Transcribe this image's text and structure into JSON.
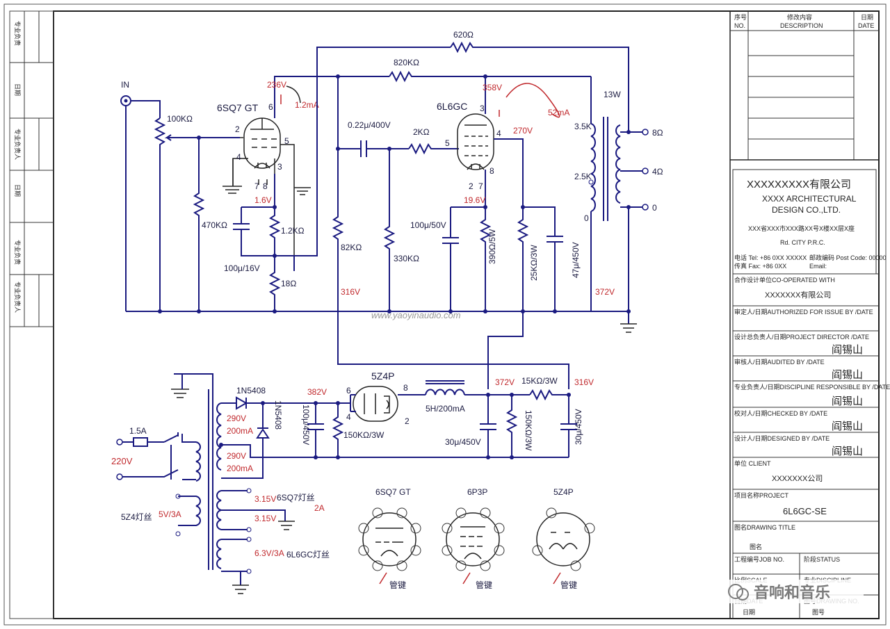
{
  "schematic": {
    "tubes": {
      "v1": "6SQ7 GT",
      "v2": "6L6GC",
      "rect": "5Z4P"
    },
    "input_label": "IN",
    "components": {
      "pot": "100KΩ",
      "r470k": "470KΩ",
      "r1_2k": "1.2KΩ",
      "c100u16": "100μ/16V",
      "r18": "18Ω",
      "r82k": "82KΩ",
      "c022": "0.22μ/400V",
      "r2k": "2KΩ",
      "r330k": "330KΩ",
      "c100u50": "100μ/50V",
      "r390": "390Ω/5W",
      "r25k": "25KΩ/3W",
      "c47u": "47μ/450V",
      "r620": "620Ω",
      "r820k": "820KΩ",
      "ot_power": "13W",
      "ot_35k": "3.5K",
      "ot_25k": "2.5K",
      "ot_0": "0",
      "out_8": "8Ω",
      "out_4": "4Ω",
      "out_0": "0",
      "d1": "1N5408",
      "d2": "1N5408",
      "c100u450": "100μ/450V",
      "r150k_a": "150KΩ/3W",
      "choke": "5H/200mA",
      "c30u_a": "30μ/450V",
      "r150k_b": "150KΩ/3W",
      "r15k": "15KΩ/3W",
      "c30u_b": "30μ/450V",
      "fuse": "1.5A",
      "mains": "220V",
      "sec1": "290V",
      "sec1i": "200mA",
      "sec2": "290V",
      "sec2i": "200mA",
      "rect_fil_label": "5Z4灯丝",
      "rect_fil_v": "5V/3A",
      "fil1": "3.15V",
      "fil1_name": "6SQ7灯丝",
      "fil_current": "2A",
      "fil2": "3.15V",
      "fil3": "6.3V/3A",
      "fil3_name": "6L6GC灯丝"
    },
    "pins": {
      "v1_6": "6",
      "v1_2": "2",
      "v1_4": "4",
      "v1_5": "5",
      "v1_3": "3",
      "v1_7": "7",
      "v1_8": "8",
      "v2_3": "3",
      "v2_5": "5",
      "v2_4": "4",
      "v2_2": "2",
      "v2_7": "7",
      "v2_8": "8",
      "r_6": "6",
      "r_8": "8",
      "r_4": "4",
      "r_2": "2"
    },
    "voltages": {
      "v1_plate": "236V",
      "v1_current": "1.2mA",
      "v1_cathode": "1.6V",
      "v2_plate": "358V",
      "v2_current": "52mA",
      "v2_screen": "270V",
      "v2_cathode": "19.6V",
      "b316": "316V",
      "b372": "372V",
      "b382": "382V",
      "b372b": "372V",
      "b316b": "316V"
    },
    "watermark": "www.yaoyinaudio.com",
    "pinouts": [
      {
        "title": "6SQ7 GT",
        "key": "管键"
      },
      {
        "title": "6P3P",
        "key": "管键"
      },
      {
        "title": "5Z4P",
        "key": "管键"
      }
    ]
  },
  "left_margin": {
    "cells": [
      "专业负责",
      "日期",
      "专业负责人",
      "日期",
      "专业负责",
      "专业负责人"
    ]
  },
  "title_block": {
    "rev_no_cn": "序号",
    "rev_no": "NO.",
    "rev_desc_cn": "修改内容",
    "rev_desc": "DESCRIPTION",
    "rev_date_cn": "日期",
    "rev_date": "DATE",
    "company_cn": "XXXXXXXXX有限公司",
    "company_en1": "XXXX ARCHITECTURAL",
    "company_en2": "DESIGN CO.,LTD.",
    "address": "XXX省XXX市XXX路XX号X楼XX层X座",
    "address2": "Rd. CITY P.R.C.",
    "tel": "电话 Tel:  +86 0XX XXXXX",
    "fax": "传真 Fax:  +86 0XX",
    "postcode": "邮政编码 Post Code: 00000",
    "email": "Email:",
    "coop_label": "合作设计单位CO-OPERATED WITH",
    "coop_value": "XXXXXXX有限公司",
    "authorized": "审定人/日期AUTHORIZED FOR ISSUE BY /DATE",
    "director": "设计总负责人/日期PROJECT DIRECTOR /DATE",
    "director_sig": "阎锡山",
    "audited": "审核人/日期AUDITED BY /DATE",
    "audited_sig": "阎锡山",
    "discipline": "专业负责人/日期DISCIPLINE RESPONSIBLE BY /DATE",
    "discipline_sig": "阎锡山",
    "checked": "校对人/日期CHECKED BY /DATE",
    "checked_sig": "阎锡山",
    "designed": "设计人/日期DESIGNED BY /DATE",
    "designed_sig": "阎锡山",
    "client_label": "单位  CLIENT",
    "client_value": "XXXXXXX公司",
    "project_label": "项目名称PROJECT",
    "project_value": "6L6GC-SE",
    "drawing_title_label": "图名DRAWING TITLE",
    "drawing_title_value": "图名",
    "job_no": "工程编号JOB NO.",
    "status": "阶段STATUS",
    "scale": "比例SCALE",
    "discipline2": "专业DISCIPLINE",
    "date": "日期DATE",
    "date_cn": "日期",
    "drawing_no": "图号DRAWING NO.",
    "drawing_no_cn": "图号"
  },
  "watermark_logo": "音响和音乐"
}
